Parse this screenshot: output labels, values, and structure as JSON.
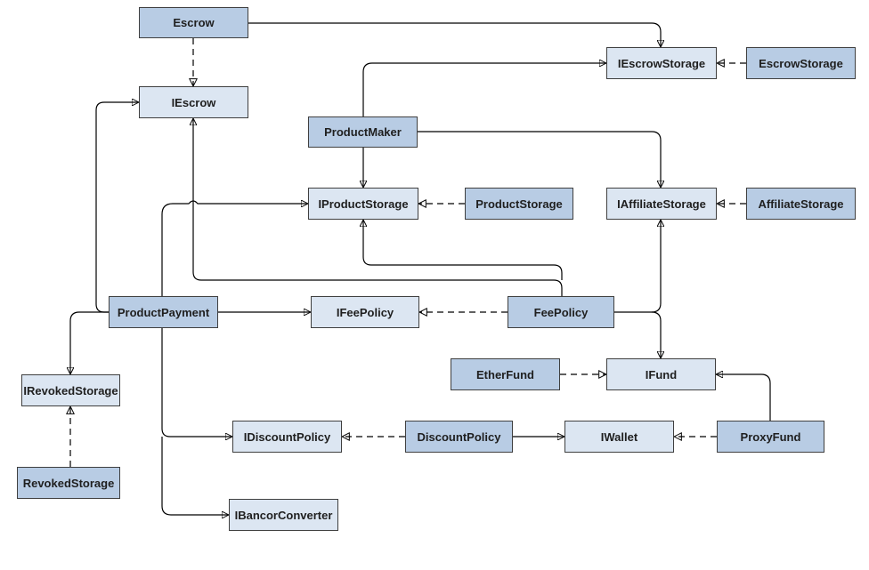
{
  "diagram": {
    "nodes": {
      "escrow": "Escrow",
      "iescrow": "IEscrow",
      "iescrow_storage": "IEscrowStorage",
      "escrow_storage": "EscrowStorage",
      "product_maker": "ProductMaker",
      "iproduct_storage": "IProductStorage",
      "product_storage": "ProductStorage",
      "iaffiliate_storage": "IAffiliateStorage",
      "affiliate_storage": "AffiliateStorage",
      "product_payment": "ProductPayment",
      "ifee_policy": "IFeePolicy",
      "fee_policy": "FeePolicy",
      "irevoked_storage": "IRevokedStorage",
      "revoked_storage": "RevokedStorage",
      "ether_fund": "EtherFund",
      "ifund": "IFund",
      "idiscount_policy": "IDiscountPolicy",
      "discount_policy": "DiscountPolicy",
      "iwallet": "IWallet",
      "proxy_fund": "ProxyFund",
      "ibancor_converter": "IBancorConverter"
    },
    "colors": {
      "class_fill": "#b8cce4",
      "interface_fill": "#dce6f2",
      "border": "#3f3f3f",
      "line": "#000000"
    }
  }
}
